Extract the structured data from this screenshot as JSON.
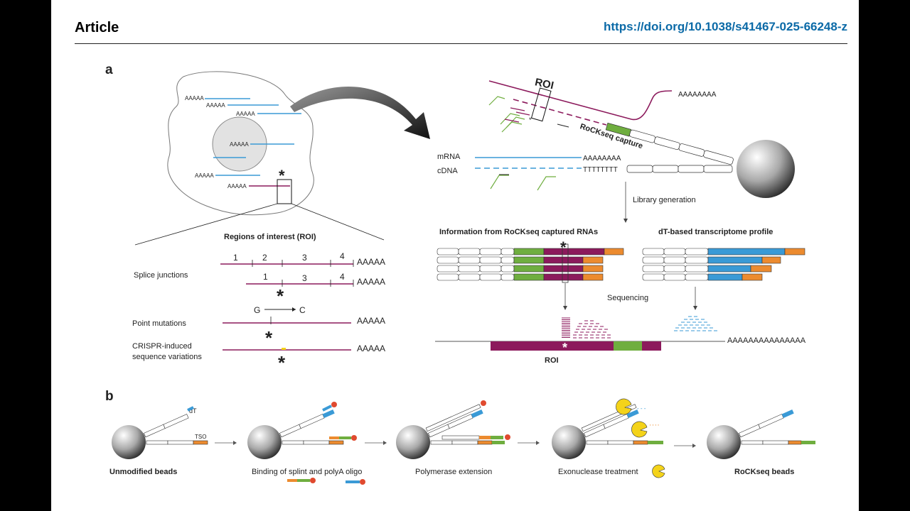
{
  "header": {
    "section": "Article",
    "doi": "https://doi.org/10.1038/s41467-025-66248-z"
  },
  "panel_a": {
    "label": "a",
    "cell_polyA": [
      "AAAAA",
      "AAAAA",
      "AAAAA",
      "AAAAA",
      "AAAAA",
      "AAAAA"
    ],
    "roi_box_label": "ROI",
    "roi_title": "Regions of interest (ROI)",
    "exons_top": [
      "1",
      "2",
      "3",
      "4"
    ],
    "exons_bottom": [
      "1",
      "3",
      "4"
    ],
    "polyA": "AAAAA",
    "splice_label": "Splice junctions",
    "mutation_from": "G",
    "mutation_to": "C",
    "point_label": "Point mutations",
    "crispr_label_line1": "CRISPR-induced",
    "crispr_label_line2": "sequence variations",
    "capture_polyA": "AAAAAAAA",
    "capture_label": "RoCKseq capture",
    "mrna_label": "mRNA",
    "mrna_polyA": "AAAAAAAA",
    "cdna_label": "cDNA",
    "cdna_polyT": "TTTTTTTT",
    "library_label": "Library generation",
    "info_title": "Information from RoCKseq captured RNAs",
    "dt_title": "dT-based transcriptome profile",
    "sequencing_label": "Sequencing",
    "genome_polyA": "AAAAAAAAAAAAAAA",
    "roi_bottom_label": "ROI",
    "asterisk": "*"
  },
  "panel_b": {
    "label": "b",
    "dt_label": "dT",
    "tso_label": "TSO",
    "steps": [
      "Unmodified beads",
      "Binding of splint and polyA oligo",
      "Polymerase extension",
      "Exonuclease treatment",
      "RoCKseq beads"
    ]
  },
  "colors": {
    "blue": "#3a9ad6",
    "magenta": "#8c1a5c",
    "green": "#6fae3f",
    "orange": "#ec8b2f",
    "yellow": "#f4d31a",
    "red": "#e04a2f",
    "doi": "#0b6aa7"
  }
}
